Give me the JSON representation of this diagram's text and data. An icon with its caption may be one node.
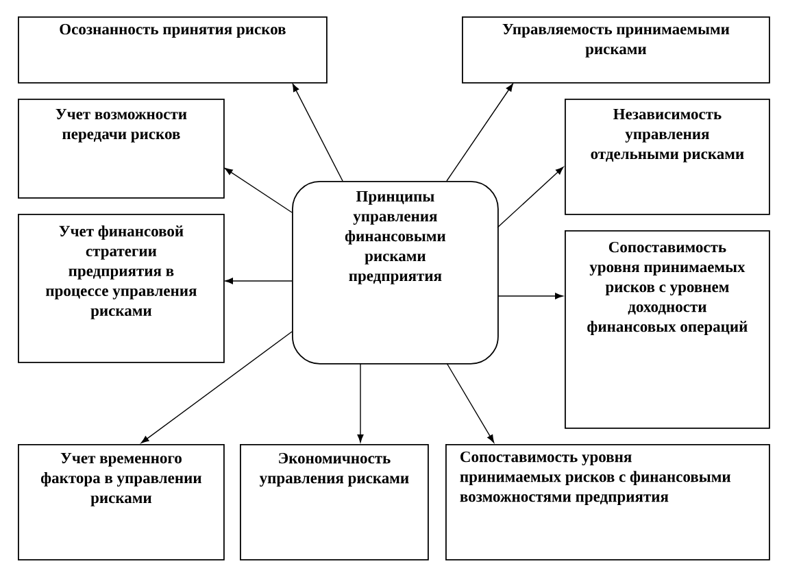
{
  "diagram": {
    "nodes": [
      {
        "text": [
          "Осознанность принятия рисков"
        ]
      },
      {
        "text": [
          "Управляемость принимаемыми рисками"
        ]
      },
      {
        "text": [
          "Учет возможности передачи рисков"
        ]
      },
      {
        "text": [
          "Независимость управления отдельными рисками"
        ]
      },
      {
        "text": [
          "Принципы управления финансовыми рисками предприятия"
        ]
      },
      {
        "text": [
          "Учет финансовой стратегии предприятия в процессе управления рисками"
        ]
      },
      {
        "text": [
          "Сопоставимость уровня принимаемых рисков с уровнем доходности финансовых операций"
        ]
      },
      {
        "text": [
          "Учет временного фактора в управлении рисками"
        ]
      },
      {
        "text": [
          "Экономичность управления рисками"
        ]
      },
      {
        "text": [
          "Сопоставимость уровня принимаемых рисков с финансовыми возможностями предприятия"
        ]
      }
    ],
    "edges": [
      {
        "from": 4,
        "to": 0,
        "arrow": "to"
      },
      {
        "from": 4,
        "to": 1,
        "arrow": "to"
      },
      {
        "from": 4,
        "to": 2,
        "arrow": "to"
      },
      {
        "from": 4,
        "to": 3,
        "arrow": "to"
      },
      {
        "from": 4,
        "to": 5,
        "arrow": "to"
      },
      {
        "from": 4,
        "to": 6,
        "arrow": "to"
      },
      {
        "from": 4,
        "to": 7,
        "arrow": "to"
      },
      {
        "from": 4,
        "to": 8,
        "arrow": "to"
      },
      {
        "from": 4,
        "to": 9,
        "arrow": "to"
      }
    ]
  }
}
